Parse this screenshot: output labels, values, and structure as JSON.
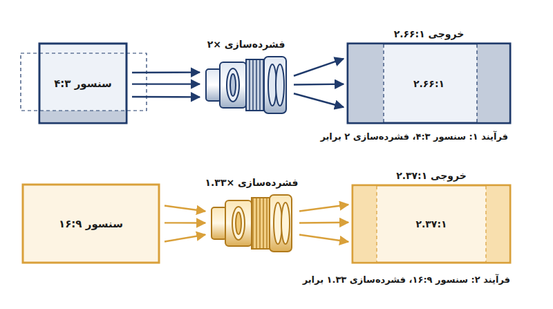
{
  "diagram": {
    "nodes": [
      {
        "text": [
          "سنسور ۴:۳"
        ]
      },
      {
        "text": [
          "فشرده‌سازی ×۲"
        ]
      },
      {
        "text": [
          "خروجی ۲.۶۶:۱",
          "۲.۶۶:۱"
        ]
      },
      {
        "text": [
          "سنسور ۱۶:۹"
        ]
      },
      {
        "text": [
          "فشرده‌سازی ×۱.۳۳"
        ]
      },
      {
        "text": [
          "خروجی ۲.۳۷:۱",
          "۲.۳۷:۱"
        ]
      }
    ],
    "edges": [
      {
        "from": 0,
        "to": 1,
        "arrow": "to"
      },
      {
        "from": 0,
        "to": 1,
        "arrow": "to"
      },
      {
        "from": 0,
        "to": 1,
        "arrow": "to"
      },
      {
        "from": 1,
        "to": 2,
        "arrow": "to"
      },
      {
        "from": 1,
        "to": 2,
        "arrow": "to"
      },
      {
        "from": 1,
        "to": 2,
        "arrow": "to"
      },
      {
        "from": 3,
        "to": 4,
        "arrow": "to"
      },
      {
        "from": 3,
        "to": 4,
        "arrow": "to"
      },
      {
        "from": 3,
        "to": 4,
        "arrow": "to"
      },
      {
        "from": 4,
        "to": 5,
        "arrow": "to"
      },
      {
        "from": 4,
        "to": 5,
        "arrow": "to"
      },
      {
        "from": 4,
        "to": 5,
        "arrow": "to"
      }
    ],
    "labels": [
      "فرآیند ۱: سنسور ۴:۳، فشرده‌سازی ۲ برابر",
      "فرآیند ۲: سنسور ۱۶:۹، فشرده‌سازی ۱.۳۳ برابر"
    ]
  }
}
